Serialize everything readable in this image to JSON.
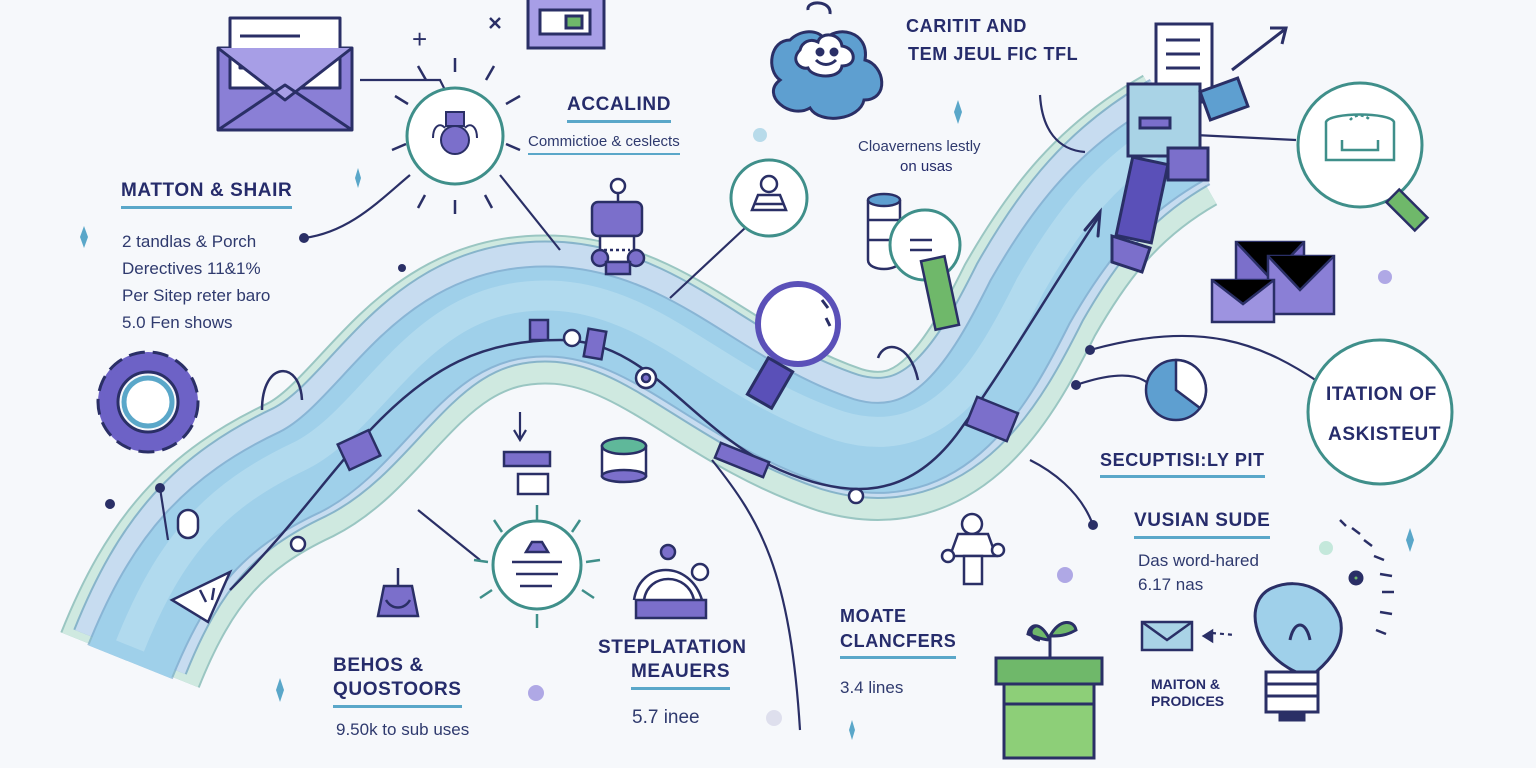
{
  "colors": {
    "navy": "#2a2f66",
    "purple": "#7b6fcb",
    "purple_light": "#9d93e0",
    "teal": "#3f8f8a",
    "sky": "#9fd0ea",
    "river_outer": "#c9dff0",
    "river_band": "#b7e0d6",
    "green": "#6fb86a",
    "background": "#f6f8fb"
  },
  "icons": [
    "envelope-icon",
    "card-icon",
    "cloud-icon",
    "document-stack-icon",
    "chart-arrow-icon",
    "robot-head-icon",
    "person-badge-icon",
    "gear-icon",
    "magnifier-icon",
    "pie-chart-icon",
    "lightbulb-icon",
    "plant-box-icon",
    "envelope-stack-icon",
    "coin-stack-icon",
    "sparkle-icon"
  ],
  "labels": {
    "top_center_title": "ACCALIND",
    "top_center_sub": "Commictioe & ceslects",
    "top_right_title_1": "CARITIT AND",
    "top_right_title_2": "TEM JEUL FIC TFL",
    "top_right_note_1": "Cloavernens lestly",
    "top_right_note_2": "on usas",
    "left_title": "MATTON & SHAIR",
    "left_item_1": "2 tandlas & Porch",
    "left_item_2": "Derectives 11&1%",
    "left_item_3": "Per Sitep reter baro",
    "left_item_4": "5.0 Fen shows",
    "right_mid_title_1": "ITATION OF",
    "right_mid_title_2": "ASKISTEUT",
    "right_mid_heading": "SECUPTISI:LY PIT",
    "right_lower_title": "VUSIAN SUDE",
    "right_lower_item_1": "Das word-hared",
    "right_lower_item_2": "6.17 nas",
    "right_bottom_label_1": "MAITON &",
    "right_bottom_label_2": "PRODICES",
    "bottom_left_title_1": "BEHOS &",
    "bottom_left_title_2": "QUOSTOORS",
    "bottom_left_item": "9.50k to sub uses",
    "bottom_center_title_1": "STEPLATATION",
    "bottom_center_title_2": "MEAUERS",
    "bottom_center_item": "5.7 inee",
    "bottom_right_title_1": "MOATE",
    "bottom_right_title_2": "CLANCFERS",
    "bottom_right_item": "3.4 lines"
  }
}
